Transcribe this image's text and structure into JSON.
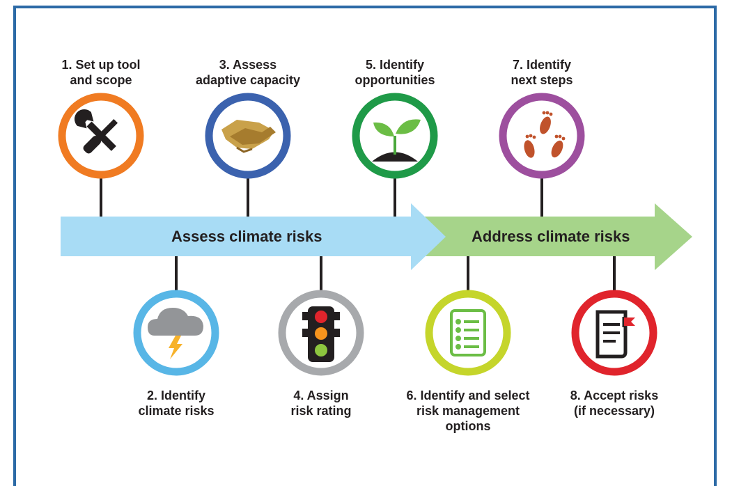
{
  "bands": {
    "assess_label": "Assess climate risks",
    "address_label": "Address climate risks",
    "assess_color": "#a8dcf5",
    "address_color": "#a6d48a"
  },
  "steps": [
    {
      "id": 1,
      "label": "1. Set up tool\nand scope",
      "ring_color": "#f07b22",
      "icon": "tools-icon"
    },
    {
      "id": 2,
      "label": "2. Identify\nclimate risks",
      "ring_color": "#58b6e6",
      "icon": "storm-cloud-icon"
    },
    {
      "id": 3,
      "label": "3. Assess\nadaptive capacity",
      "ring_color": "#3b62ae",
      "icon": "handshake-icon"
    },
    {
      "id": 4,
      "label": "4. Assign\nrisk rating",
      "ring_color": "#a7a9ac",
      "icon": "traffic-light-icon"
    },
    {
      "id": 5,
      "label": "5. Identify\nopportunities",
      "ring_color": "#1f9a48",
      "icon": "seedling-icon"
    },
    {
      "id": 6,
      "label": "6. Identify and select\nrisk management\noptions",
      "ring_color": "#c5d52b",
      "icon": "checklist-icon"
    },
    {
      "id": 7,
      "label": "7. Identify\nnext steps",
      "ring_color": "#9d4f9e",
      "icon": "footprints-icon"
    },
    {
      "id": 8,
      "label": "8. Accept risks\n(if necessary)",
      "ring_color": "#e0242c",
      "icon": "flagged-document-icon"
    }
  ]
}
